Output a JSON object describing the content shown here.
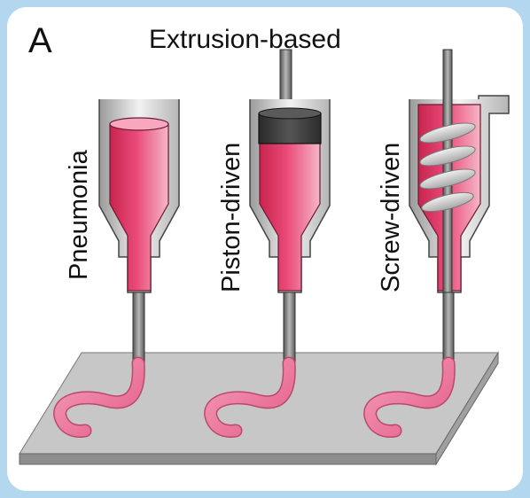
{
  "figure": {
    "panel_letter": "A",
    "title": "Extrusion-based"
  },
  "printers": [
    {
      "id": "pneumonia",
      "label": "Pneumonia"
    },
    {
      "id": "piston",
      "label": "Piston-driven"
    },
    {
      "id": "screw",
      "label": "Screw-driven"
    }
  ],
  "colors": {
    "background": "#b3d7ef",
    "panel": "#ffffff",
    "bioink": "#e0386a",
    "nozzle": "#6e6e6e",
    "piston_head": "#3a3a3a",
    "screw_blade": "#c9c9c9",
    "platform": "#b8b8b8",
    "printed_filament": "#f07aa0"
  }
}
